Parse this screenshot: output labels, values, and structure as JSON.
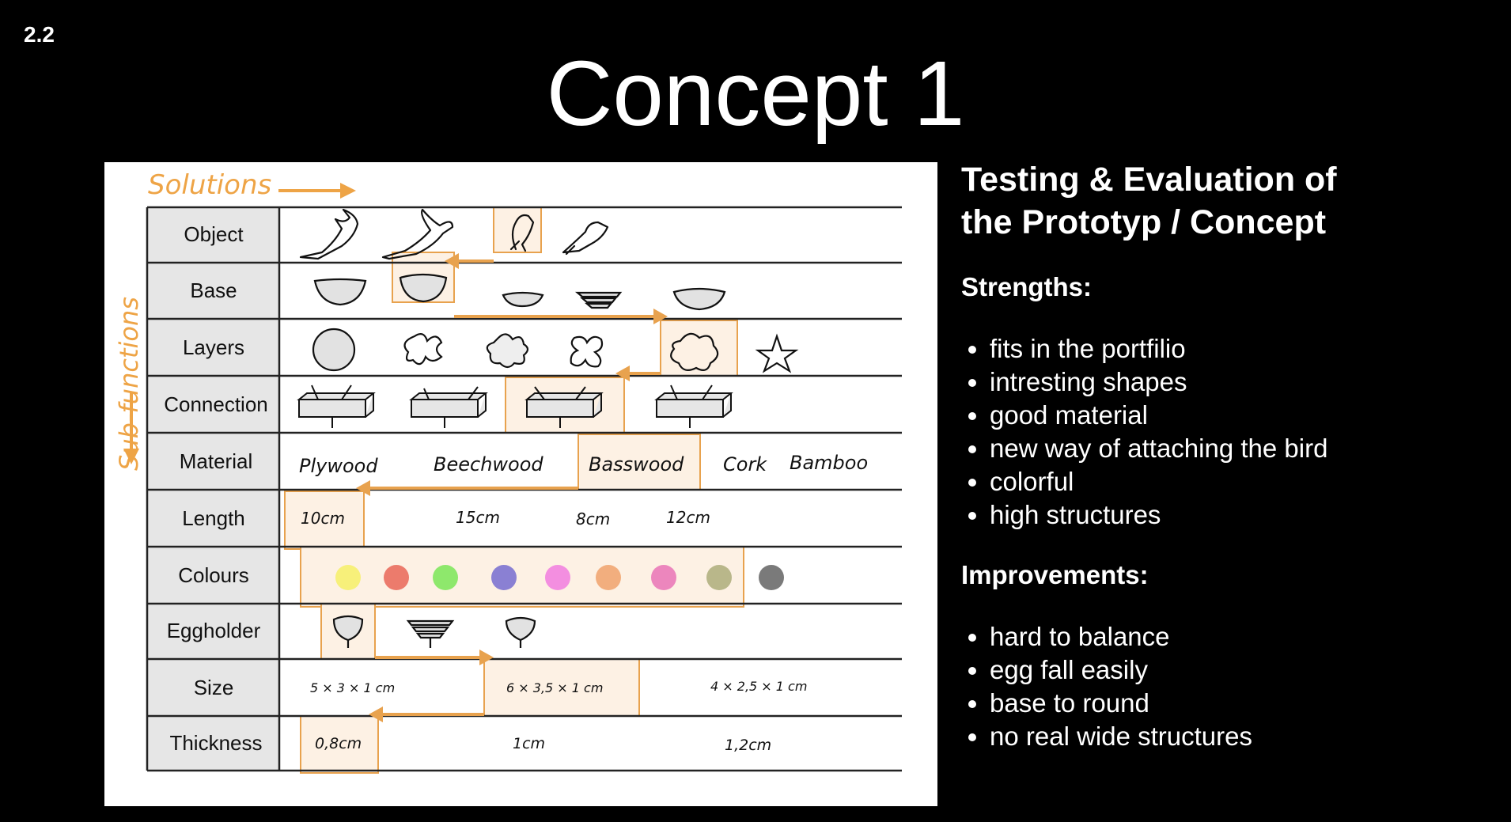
{
  "slide_number": "2.2",
  "title": "Concept 1",
  "morph": {
    "solutions_label": "Solutions",
    "subfunctions_label": "Sub-functions",
    "rows": [
      "Object",
      "Base",
      "Layers",
      "Connection",
      "Material",
      "Length",
      "Colours",
      "Eggholder",
      "Size",
      "Thickness"
    ],
    "materials": [
      "Plywood",
      "Beechwood",
      "Basswood",
      "Cork",
      "Bamboo"
    ],
    "lengths": [
      "10cm",
      "15cm",
      "8cm",
      "12cm"
    ],
    "colours": [
      "#f7f07a",
      "#ec7b6c",
      "#8ee86c",
      "#8a80d3",
      "#f38ee0",
      "#f2ae7e",
      "#ec86bd",
      "#b9b78a",
      "#7a7a7a"
    ],
    "sizes": [
      "5 × 3 × 1 cm",
      "6 × 3,5 × 1 cm",
      "4 × 2,5 × 1 cm"
    ],
    "thickness": [
      "0,8cm",
      "1cm",
      "1,2cm"
    ]
  },
  "side": {
    "heading_line1": "Testing & Evaluation of",
    "heading_line2": "the Prototyp / Concept",
    "strengths_label": "Strengths:",
    "strengths": [
      "fits in the portfilio",
      "intresting shapes",
      "good material",
      "new way of attaching the bird",
      "colorful",
      "high structures"
    ],
    "improvements_label": "Improvements:",
    "improvements": [
      "hard to balance",
      "egg fall easily",
      "base to round",
      "no real wide structures"
    ]
  }
}
